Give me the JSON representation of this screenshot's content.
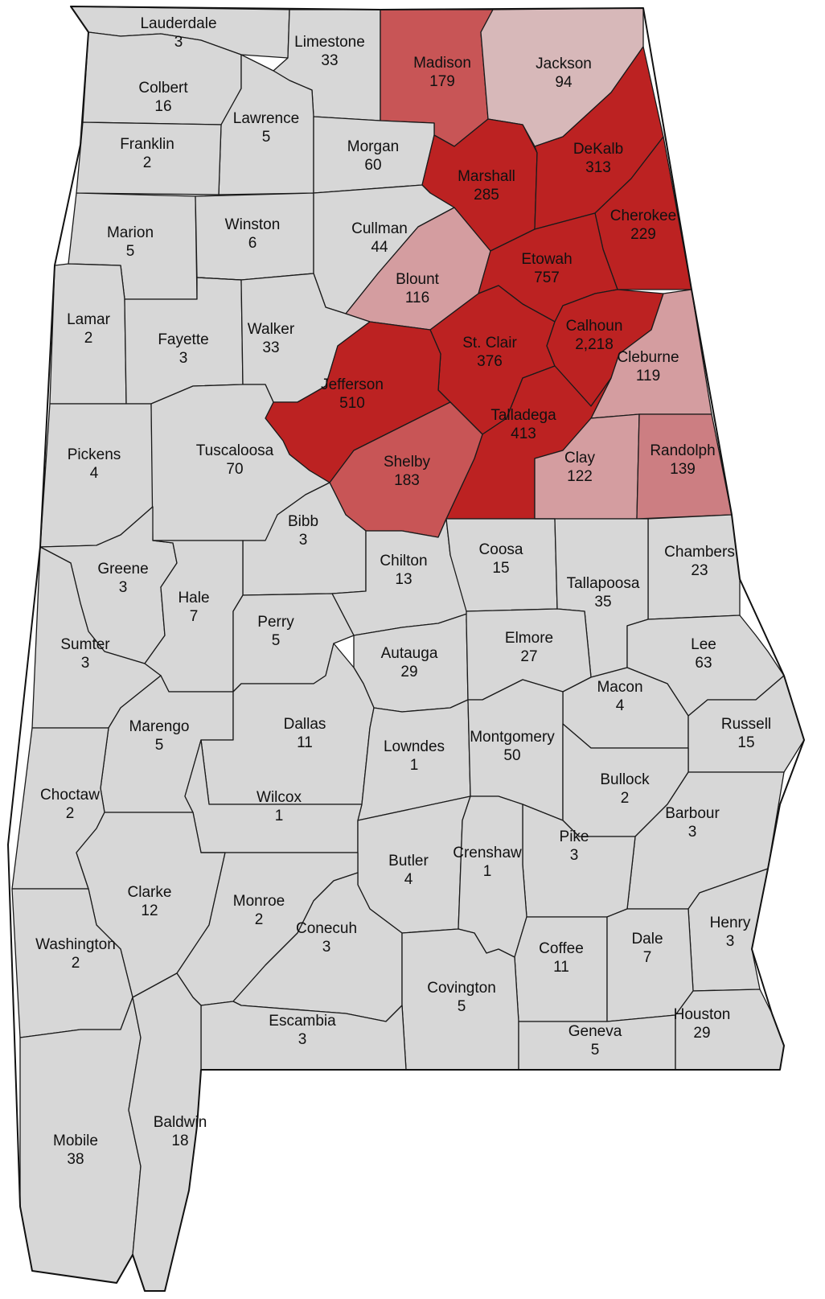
{
  "colors": {
    "none": "#d7d7d7",
    "low": "#d7b8b9",
    "mid": "#d49da0",
    "high": "#cc7e82",
    "higher": "#c85556",
    "top": "#bc2222",
    "border": "#1a1a1a"
  },
  "counties": [
    {
      "name": "Lauderdale",
      "value": "3",
      "tier": "none"
    },
    {
      "name": "Limestone",
      "value": "33",
      "tier": "none"
    },
    {
      "name": "Madison",
      "value": "179",
      "tier": "higher"
    },
    {
      "name": "Jackson",
      "value": "94",
      "tier": "low"
    },
    {
      "name": "Colbert",
      "value": "16",
      "tier": "none"
    },
    {
      "name": "Lawrence",
      "value": "5",
      "tier": "none"
    },
    {
      "name": "Morgan",
      "value": "60",
      "tier": "none"
    },
    {
      "name": "Franklin",
      "value": "2",
      "tier": "none"
    },
    {
      "name": "Marshall",
      "value": "285",
      "tier": "top"
    },
    {
      "name": "DeKalb",
      "value": "313",
      "tier": "top"
    },
    {
      "name": "Marion",
      "value": "5",
      "tier": "none"
    },
    {
      "name": "Winston",
      "value": "6",
      "tier": "none"
    },
    {
      "name": "Cullman",
      "value": "44",
      "tier": "none"
    },
    {
      "name": "Cherokee",
      "value": "229",
      "tier": "top"
    },
    {
      "name": "Blount",
      "value": "116",
      "tier": "mid"
    },
    {
      "name": "Etowah",
      "value": "757",
      "tier": "top"
    },
    {
      "name": "Lamar",
      "value": "2",
      "tier": "none"
    },
    {
      "name": "Fayette",
      "value": "3",
      "tier": "none"
    },
    {
      "name": "Walker",
      "value": "33",
      "tier": "none"
    },
    {
      "name": "St. Clair",
      "value": "376",
      "tier": "top"
    },
    {
      "name": "Calhoun",
      "value": "2,218",
      "tier": "top"
    },
    {
      "name": "Cleburne",
      "value": "119",
      "tier": "mid"
    },
    {
      "name": "Jefferson",
      "value": "510",
      "tier": "top"
    },
    {
      "name": "Pickens",
      "value": "4",
      "tier": "none"
    },
    {
      "name": "Tuscaloosa",
      "value": "70",
      "tier": "none"
    },
    {
      "name": "Talladega",
      "value": "413",
      "tier": "top"
    },
    {
      "name": "Shelby",
      "value": "183",
      "tier": "higher"
    },
    {
      "name": "Clay",
      "value": "122",
      "tier": "mid"
    },
    {
      "name": "Randolph",
      "value": "139",
      "tier": "high"
    },
    {
      "name": "Bibb",
      "value": "3",
      "tier": "none"
    },
    {
      "name": "Greene",
      "value": "3",
      "tier": "none"
    },
    {
      "name": "Hale",
      "value": "7",
      "tier": "none"
    },
    {
      "name": "Chilton",
      "value": "13",
      "tier": "none"
    },
    {
      "name": "Coosa",
      "value": "15",
      "tier": "none"
    },
    {
      "name": "Chambers",
      "value": "23",
      "tier": "none"
    },
    {
      "name": "Tallapoosa",
      "value": "35",
      "tier": "none"
    },
    {
      "name": "Perry",
      "value": "5",
      "tier": "none"
    },
    {
      "name": "Sumter",
      "value": "3",
      "tier": "none"
    },
    {
      "name": "Autauga",
      "value": "29",
      "tier": "none"
    },
    {
      "name": "Elmore",
      "value": "27",
      "tier": "none"
    },
    {
      "name": "Lee",
      "value": "63",
      "tier": "none"
    },
    {
      "name": "Macon",
      "value": "4",
      "tier": "none"
    },
    {
      "name": "Marengo",
      "value": "5",
      "tier": "none"
    },
    {
      "name": "Dallas",
      "value": "11",
      "tier": "none"
    },
    {
      "name": "Russell",
      "value": "15",
      "tier": "none"
    },
    {
      "name": "Lowndes",
      "value": "1",
      "tier": "none"
    },
    {
      "name": "Montgomery",
      "value": "50",
      "tier": "none"
    },
    {
      "name": "Choctaw",
      "value": "2",
      "tier": "none"
    },
    {
      "name": "Wilcox",
      "value": "1",
      "tier": "none"
    },
    {
      "name": "Bullock",
      "value": "2",
      "tier": "none"
    },
    {
      "name": "Barbour",
      "value": "3",
      "tier": "none"
    },
    {
      "name": "Clarke",
      "value": "12",
      "tier": "none"
    },
    {
      "name": "Pike",
      "value": "3",
      "tier": "none"
    },
    {
      "name": "Butler",
      "value": "4",
      "tier": "none"
    },
    {
      "name": "Crenshaw",
      "value": "1",
      "tier": "none"
    },
    {
      "name": "Monroe",
      "value": "2",
      "tier": "none"
    },
    {
      "name": "Conecuh",
      "value": "3",
      "tier": "none"
    },
    {
      "name": "Washington",
      "value": "2",
      "tier": "none"
    },
    {
      "name": "Henry",
      "value": "3",
      "tier": "none"
    },
    {
      "name": "Coffee",
      "value": "11",
      "tier": "none"
    },
    {
      "name": "Dale",
      "value": "7",
      "tier": "none"
    },
    {
      "name": "Covington",
      "value": "5",
      "tier": "none"
    },
    {
      "name": "Escambia",
      "value": "3",
      "tier": "none"
    },
    {
      "name": "Geneva",
      "value": "5",
      "tier": "none"
    },
    {
      "name": "Houston",
      "value": "29",
      "tier": "none"
    },
    {
      "name": "Mobile",
      "value": "38",
      "tier": "none"
    },
    {
      "name": "Baldwin",
      "value": "18",
      "tier": "none"
    }
  ]
}
